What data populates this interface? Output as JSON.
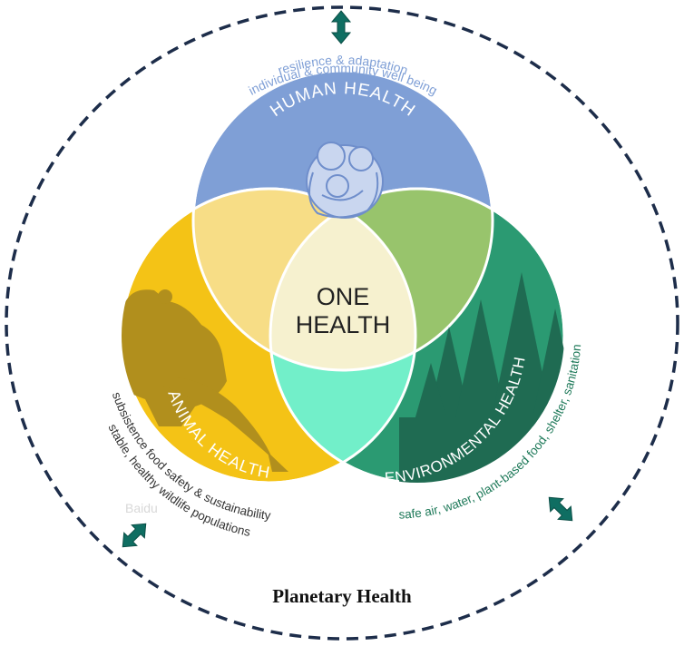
{
  "outer_label": "Planetary Health",
  "center_label_line1": "ONE",
  "center_label_line2": "HEALTH",
  "human": {
    "title": "HUMAN HEALTH",
    "line1": "resilience & adaptation",
    "line2": "individual & community well being"
  },
  "animal": {
    "title": "ANIMAL HEALTH",
    "line1": "subsistence food safety & sustainability",
    "line2": "stable, healthy wildlife populations"
  },
  "environmental": {
    "title": "ENVIRONMENTAL HEALTH",
    "line1": "safe air, water, plant-based food, shelter, sanitation"
  },
  "watermark": "Baidu",
  "colors": {
    "human": "#7f9fd6",
    "animal": "#f4c316",
    "environmental": "#2b9a72",
    "human_animal": "#f7dd86",
    "human_env": "#98c46c",
    "animal_env": "#72efc9",
    "center": "#f6f1cf",
    "dashed_circle": "#1d2d4a",
    "arrow": "#0f6e62"
  },
  "icons": [
    "double-arrow-icon",
    "family-embrace-icon",
    "bear-silhouette-icon",
    "fish-icon",
    "pine-trees-icon"
  ]
}
